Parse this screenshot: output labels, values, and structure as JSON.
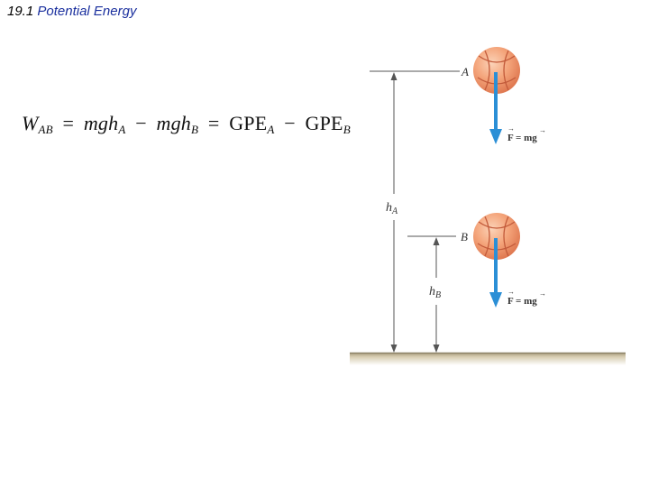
{
  "header": {
    "number": "19.1",
    "topic": "Potential Energy"
  },
  "equation": {
    "lhs_symbol": "W",
    "lhs_sub": "AB",
    "eq1": "=",
    "term1": "mgh",
    "term1_sub": "A",
    "minus1": "−",
    "term2": "mgh",
    "term2_sub": "B",
    "eq2": "=",
    "term3": "GPE",
    "term3_sub": "A",
    "minus2": "−",
    "term4": "GPE",
    "term4_sub": "B"
  },
  "diagram": {
    "point_a_label": "A",
    "point_b_label": "B",
    "height_a_label": "h",
    "height_a_sub": "A",
    "height_b_label": "h",
    "height_b_sub": "B",
    "force_label": "F = mg",
    "colors": {
      "ball_fill": "#f4a47a",
      "ball_seam": "#c25a3a",
      "force_arrow": "#2b8fd6",
      "guide_lines": "#555555",
      "ground": "#c8bc9c"
    }
  }
}
